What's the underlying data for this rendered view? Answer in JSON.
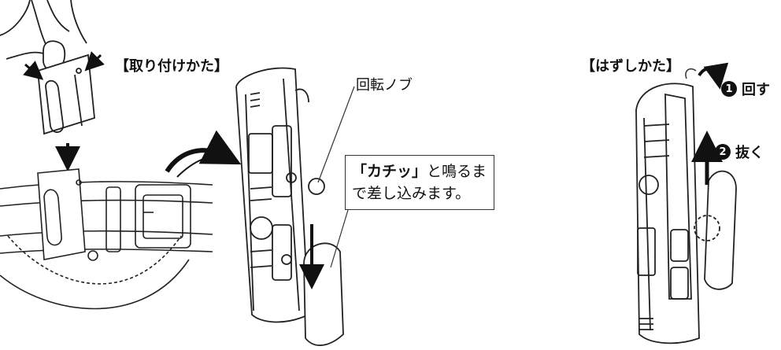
{
  "attach": {
    "title": "【取り付けかた】",
    "knob_label": "回転ノブ",
    "note": {
      "quote": "「カチッ」",
      "rest_line1": "と鳴るま",
      "line2": "で差し込みます。"
    }
  },
  "remove": {
    "title": "【はずしかた】",
    "steps": [
      {
        "number": "1",
        "label": "回す"
      },
      {
        "number": "2",
        "label": "抜く"
      }
    ]
  }
}
